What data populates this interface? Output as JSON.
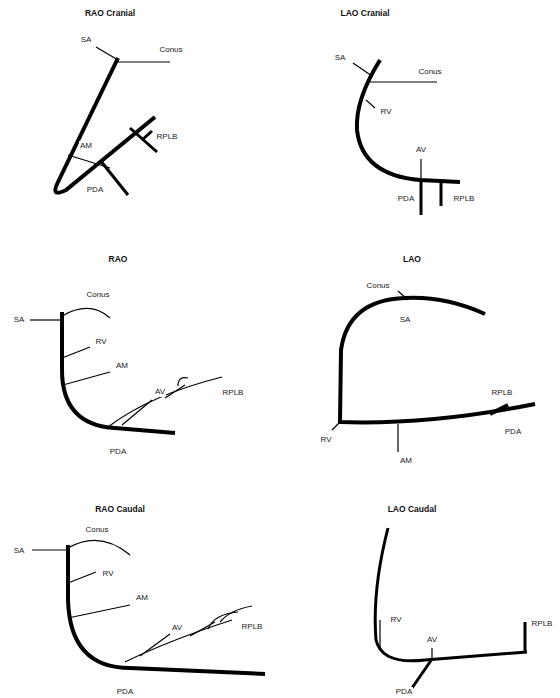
{
  "diagram": {
    "labels": [
      "RAO Cranial",
      "SA",
      "Conus",
      "AM",
      "RPLB",
      "PDA",
      "LAO Cranial",
      "SA",
      "Conus",
      "RV",
      "AV",
      "PDA",
      "RPLB",
      "RAO",
      "Conus",
      "SA",
      "RV",
      "AM",
      "AV",
      "RPLB",
      "PDA",
      "LAO",
      "Conus",
      "SA",
      "RPLB",
      "PDA",
      "RV",
      "AM",
      "RAO Caudal",
      "Conus",
      "SA",
      "RV",
      "AM",
      "AV",
      "RPLB",
      "PDA",
      "LAO Caudal",
      "RV",
      "AV",
      "RPLB",
      "PDA"
    ]
  }
}
